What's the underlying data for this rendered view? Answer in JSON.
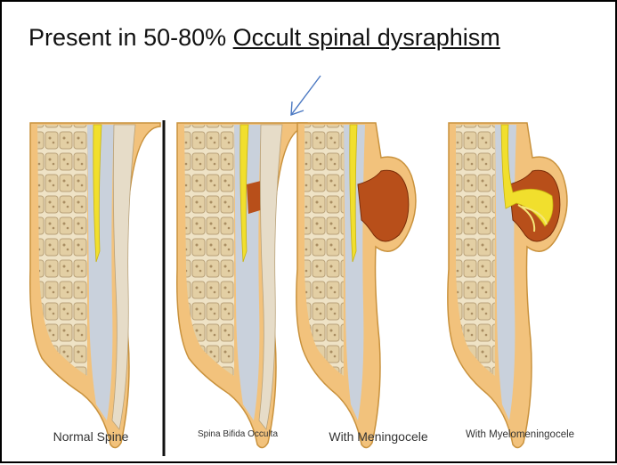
{
  "heading": {
    "prefix": "Present in 50-80%",
    "underlined": "Occult spinal dysraphism"
  },
  "captions": [
    "Normal Spine",
    "Spina Bifida Occulta",
    "With Meningocele",
    "With Myelomeningocele"
  ],
  "colors": {
    "cord": "#f1df2d",
    "csf": "#b84f1a",
    "bone": "#e9d9b6",
    "skin": "#f2c27c",
    "canal": "#c9d1dc"
  },
  "icons": [
    "arrow-icon"
  ]
}
